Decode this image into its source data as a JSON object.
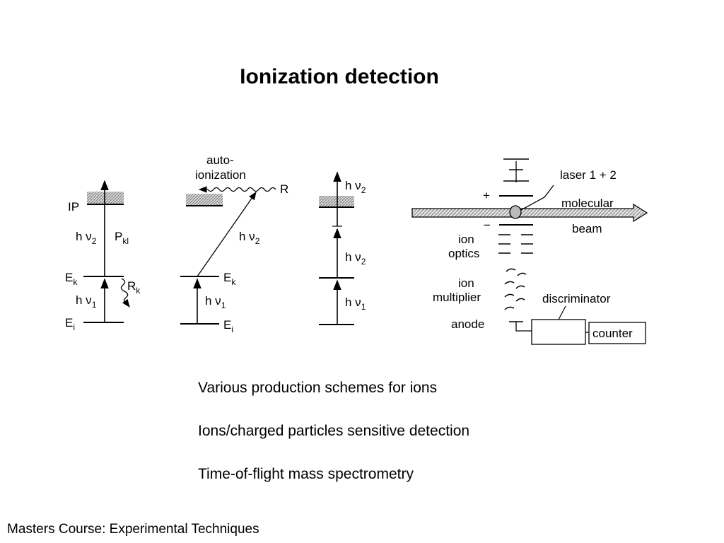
{
  "title": "Ionization detection",
  "bullets": [
    "Various production schemes for ions",
    "Ions/charged particles sensitive detection",
    "Time-of-flight mass spectrometry"
  ],
  "footer": "Masters Course: Experimental Techniques",
  "diagram": {
    "scheme1": {
      "ip": "IP",
      "hv2": "h ν",
      "hv2_sub": "2",
      "pkl": "P",
      "pkl_sub": "kl",
      "ek": "E",
      "ek_sub": "k",
      "rk": "R",
      "rk_sub": "k",
      "hv1": "h ν",
      "hv1_sub": "1",
      "ei": "E",
      "ei_sub": "i"
    },
    "scheme2": {
      "autoionization_line1": "auto-",
      "autoionization_line2": "ionization",
      "r": "R",
      "hv2": "h ν",
      "hv2_sub": "2",
      "ek": "E",
      "ek_sub": "k",
      "hv1": "h ν",
      "hv1_sub": "1",
      "ei": "E",
      "ei_sub": "i"
    },
    "scheme3": {
      "hv2_top": "h ν",
      "hv2_top_sub": "2",
      "hv2_mid": "h ν",
      "hv2_mid_sub": "2",
      "hv1": "h ν",
      "hv1_sub": "1"
    },
    "apparatus": {
      "laser": "laser 1 + 2",
      "plus": "+",
      "minus": "−",
      "molecular": "molecular",
      "beam": "beam",
      "ion_optics_1": "ion",
      "ion_optics_2": "optics",
      "ion_multiplier_1": "ion",
      "ion_multiplier_2": "multiplier",
      "anode": "anode",
      "discriminator": "discriminator",
      "counter": "counter"
    }
  }
}
